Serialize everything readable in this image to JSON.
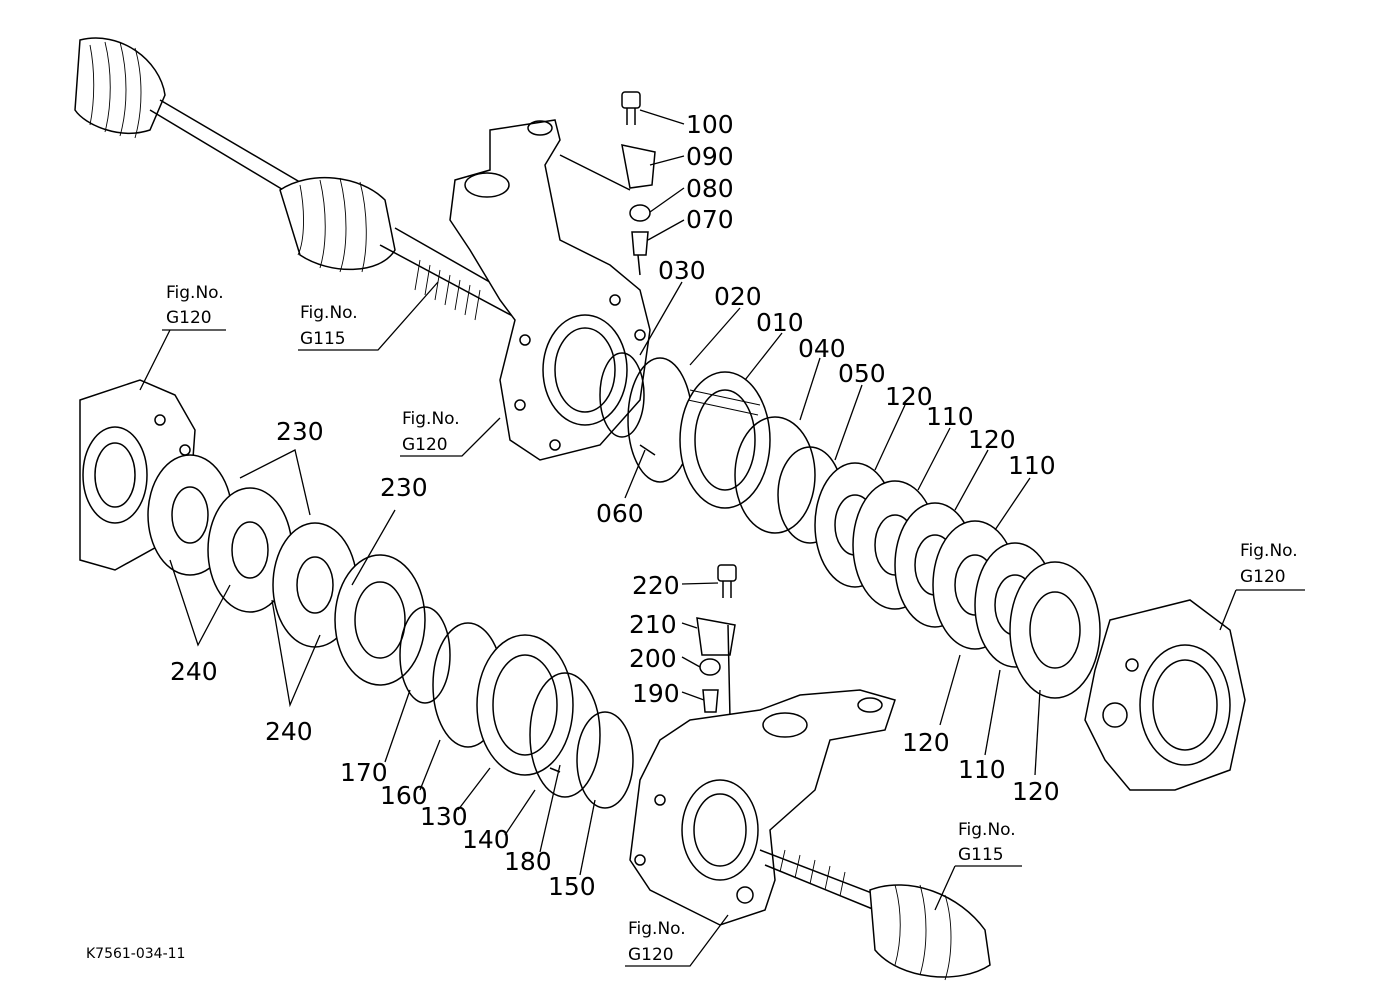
{
  "part_numbers": [
    "100",
    "090",
    "080",
    "070",
    "030",
    "020",
    "010",
    "040",
    "050",
    "120",
    "110",
    "120",
    "110",
    "060",
    "230",
    "230",
    "240",
    "240",
    "170",
    "160",
    "130",
    "140",
    "180",
    "150",
    "220",
    "210",
    "200",
    "190",
    "120",
    "110",
    "120"
  ],
  "fig_refs": [
    {
      "line1": "Fig.No.",
      "line2": "G120"
    },
    {
      "line1": "Fig.No.",
      "line2": "G115"
    },
    {
      "line1": "Fig.No.",
      "line2": "G120"
    },
    {
      "line1": "Fig.No.",
      "line2": "G120"
    },
    {
      "line1": "Fig.No.",
      "line2": "G115"
    },
    {
      "line1": "Fig.No.",
      "line2": "G120"
    }
  ],
  "drawing_code": "K7561-034-11"
}
